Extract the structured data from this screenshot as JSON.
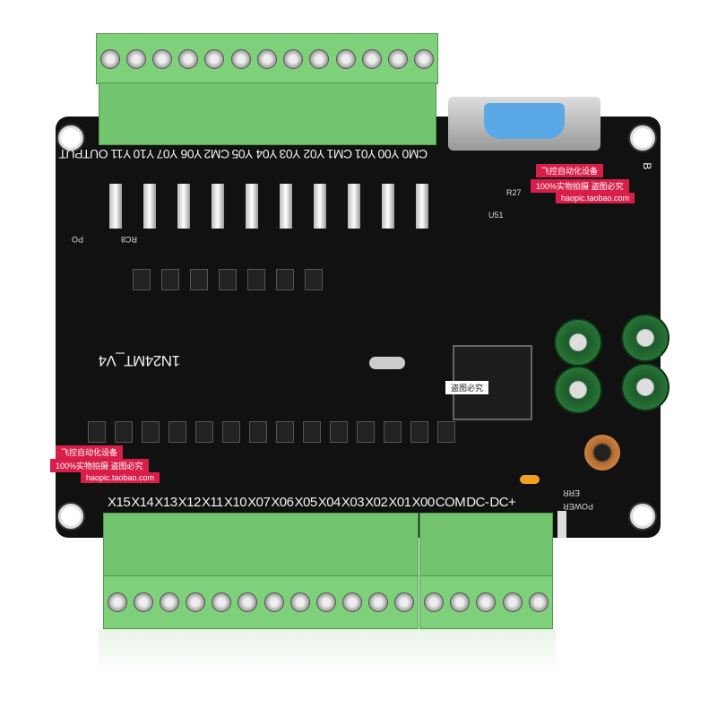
{
  "board": {
    "model": "1N24MT_V4",
    "output_header": "OUTPUT",
    "output_labels": [
      "Y11",
      "Y10",
      "Y07",
      "Y06",
      "CM2",
      "Y05",
      "Y04",
      "Y03",
      "Y02",
      "CM1",
      "Y01",
      "Y00",
      "CM0"
    ],
    "input_labels": [
      "X15",
      "X14",
      "X13",
      "X12",
      "X11",
      "X10",
      "X07",
      "X06",
      "X05",
      "X04",
      "X03",
      "X02",
      "X01",
      "X00",
      "COM",
      "DC-",
      "DC+"
    ],
    "misc_labels": {
      "power": "POWER",
      "err": "ERR",
      "b": "B",
      "po": "PO",
      "rc8": "RC8",
      "u51": "U51",
      "r27": "R27"
    },
    "board_color": "#111111",
    "terminal_color": "#7ed07a",
    "connector_color": "#5aa9e6"
  },
  "watermark": {
    "line1": "飞控自动化设备",
    "line2": "100%实物拍摄 盗图必究",
    "line3": "haopic.taobao.com",
    "center": "盗图必究",
    "color": "#d81f4a"
  }
}
